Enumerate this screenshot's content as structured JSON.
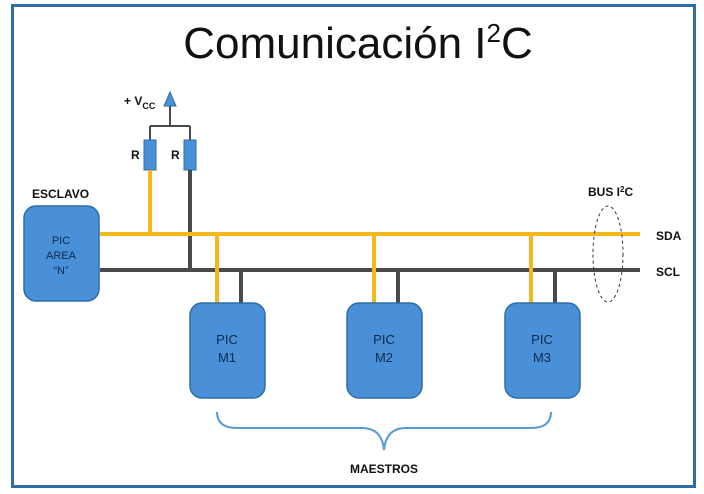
{
  "title": {
    "main": "Comunicación I",
    "sup": "2",
    "tail": "C"
  },
  "supply": {
    "prefix": "+ V",
    "sub": "CC"
  },
  "resistors": [
    {
      "label": "R"
    },
    {
      "label": "R"
    }
  ],
  "slave": {
    "heading": "ESCLAVO",
    "lines": [
      "PIC",
      "AREA",
      "“N”"
    ]
  },
  "bus": {
    "label": "BUS I",
    "sup": "2",
    "tail": "C"
  },
  "lines": {
    "sda": "SDA",
    "scl": "SCL"
  },
  "masters": [
    {
      "line1": "PIC",
      "line2": "M1"
    },
    {
      "line1": "PIC",
      "line2": "M2"
    },
    {
      "line1": "PIC",
      "line2": "M3"
    }
  ],
  "group_label": "MAESTROS",
  "colors": {
    "sda": "#f5b81c",
    "scl": "#4a4a4a",
    "box_fill": "#4a90d9",
    "box_stroke": "#2e6ea6",
    "frame": "#2e6ea6",
    "brace": "#5b9bd5"
  }
}
